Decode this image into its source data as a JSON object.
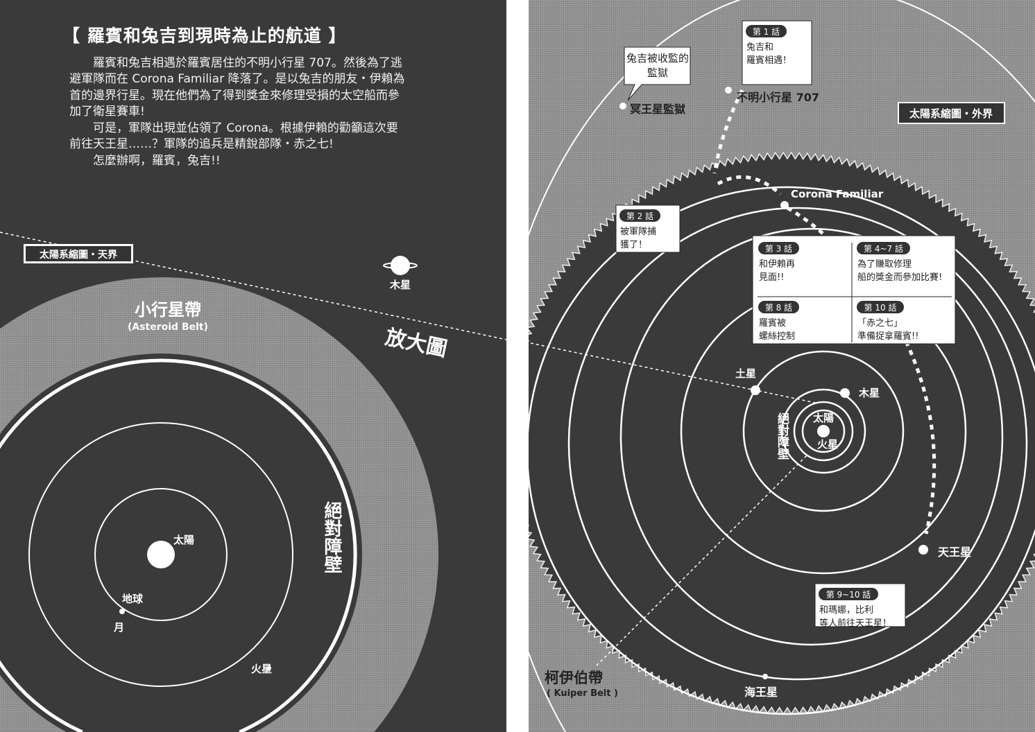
{
  "left_page": {
    "title": "【 羅賓和兔吉到現時為止的航道 】",
    "paragraphs": [
      "羅賓和兔吉相遇於羅賓居住的不明小行星 707。然後為了逃避軍隊而在 Corona Familiar 降落了。是以兔吉的朋友・伊賴為首的邊界行星。現在他們為了得到獎金來修理受損的太空船而參加了衛星賽車!",
      "可是，軍隊出現並佔領了 Corona。根據伊賴的勸籲這次要前往天王星……？軍隊的追兵是精銳部隊・赤之七!",
      "怎麼辦啊，羅賓，兔吉!!"
    ],
    "map_label": "太陽系縮圖・天界",
    "asteroid_belt": "小行星帶",
    "asteroid_belt_en": "(Asteroid Belt)",
    "zoom_label": "放大圖",
    "barrier": "絕對障壁",
    "planets": {
      "sun": "太陽",
      "earth": "地球",
      "moon": "月",
      "mars": "火星",
      "jupiter": "木星"
    }
  },
  "right_page": {
    "map_label": "太陽系縮圖・外界",
    "pluto_prison": "冥王星監獄",
    "prison_bubble": "兔吉被收監的監獄",
    "asteroid_707": "不明小行星 707",
    "corona": "Corona Familiar",
    "saturn": "土星",
    "jupiter": "木星",
    "sun": "太陽",
    "mars": "火星",
    "barrier": "絕對障壁",
    "uranus": "天王星",
    "neptune": "海王星",
    "kuiper": "柯伊伯帶",
    "kuiper_en": "( Kuiper Belt )",
    "episodes": [
      {
        "badge": "第 1 話",
        "lines": [
          "兔吉和",
          "羅賓相遇！"
        ]
      },
      {
        "badge": "第 2 話",
        "lines": [
          "被軍隊捕",
          "獲了！"
        ]
      },
      {
        "badge": "第 3 話",
        "lines": [
          "和伊賴再",
          "見面!!"
        ]
      },
      {
        "badge": "第 4~7 話",
        "lines": [
          "為了賺取修理",
          "船的獎金而參加比賽!"
        ]
      },
      {
        "badge": "第 8 話",
        "lines": [
          "羅賓被",
          "螺絲控制"
        ]
      },
      {
        "badge": "第 10 話",
        "lines": [
          "「赤之七」",
          "準備捉拿羅賓!!"
        ]
      },
      {
        "badge": "第 9~10 話",
        "lines": [
          "和瑪娜，比利",
          "等人前往天王星！"
        ]
      }
    ]
  },
  "colors": {
    "dark": "#3a3a3a",
    "grey": "#8e8e8e",
    "belt": "#9a9a9a",
    "white": "#ffffff"
  }
}
